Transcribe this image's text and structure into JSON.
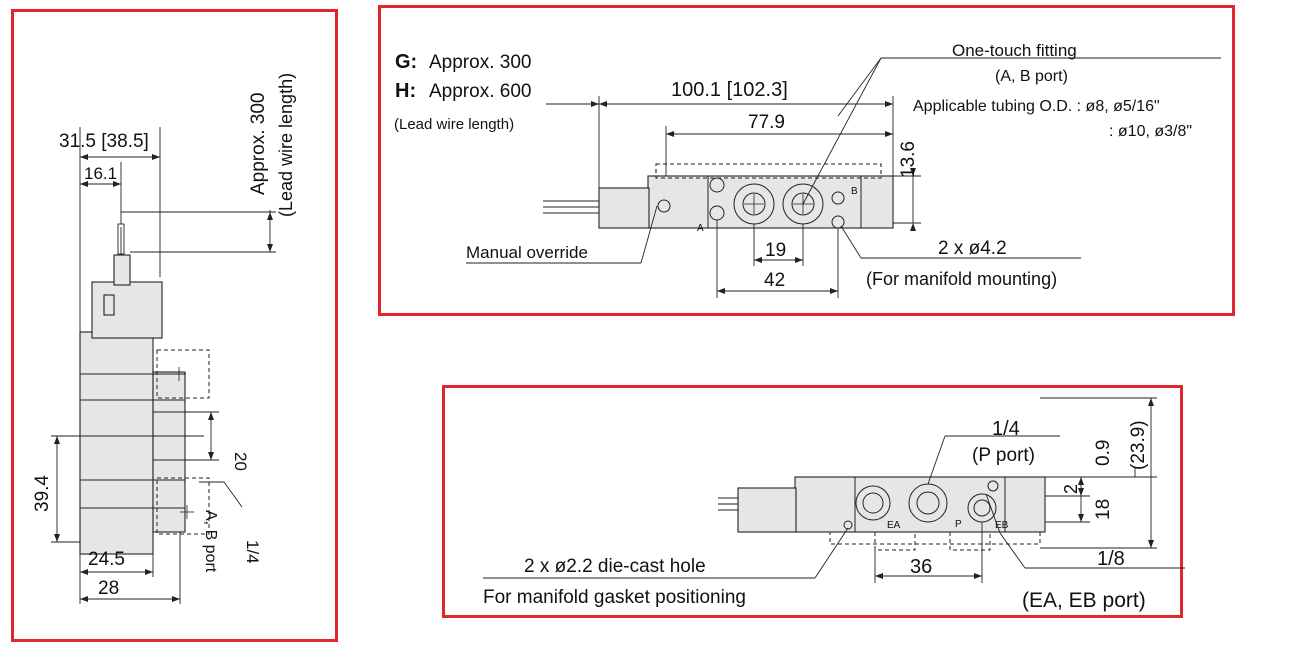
{
  "side_view": {
    "dim_overall_width": "31.5 [38.5]",
    "dim_width_16": "16.1",
    "dim_lead_wire": "Approx. 300",
    "dim_lead_wire_note": "(Lead wire length)",
    "dim_height_20": "20",
    "dim_height_39": "39.4",
    "dim_width_24": "24.5",
    "dim_width_28": "28",
    "label_ab_port": "A, B port",
    "label_thread": "1/4"
  },
  "top_view": {
    "g_key": "G:",
    "g_value": "Approx. 300",
    "h_key": "H:",
    "h_value": "Approx. 600",
    "lead_wire_note": "(Lead wire length)",
    "dim_overall_length": "100.1 [102.3]",
    "dim_body_length": "77.9",
    "dim_height": "13.6",
    "dim_pitch": "19",
    "dim_mount_pitch": "42",
    "fitting_title": "One-touch fitting",
    "fitting_ports": "(A, B port)",
    "tubing_line1": "Applicable tubing O.D. : ø8, ø5/16\"",
    "tubing_line2": ": ø10, ø3/8\"",
    "manual_override": "Manual override",
    "mount_holes": "2 x ø4.2",
    "mount_holes_note": "(For manifold mounting)",
    "port_a": "A",
    "port_b": "B"
  },
  "front_view": {
    "p_thread": "1/4",
    "p_port": "(P port)",
    "dim_09": "0.9",
    "dim_239": "(23.9)",
    "dim_2": "2",
    "dim_18": "18",
    "dim_36": "36",
    "eb_thread": "1/8",
    "eb_port": "(EA, EB port)",
    "gasket_holes": "2 x ø2.2 die-cast hole",
    "gasket_note": "For manifold gasket positioning",
    "port_ea": "EA",
    "port_p": "P",
    "port_eb": "EB"
  }
}
